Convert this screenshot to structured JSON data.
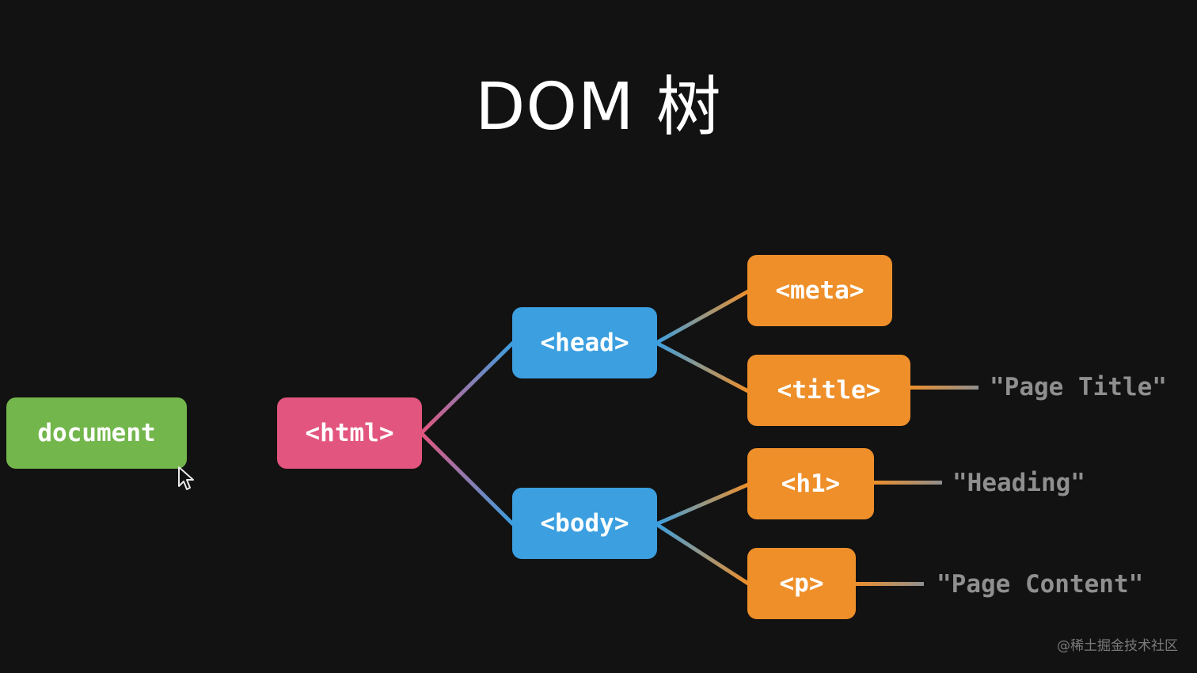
{
  "title": "DOM 树",
  "nodes": {
    "document": "document",
    "html": "<html>",
    "head": "<head>",
    "body": "<body>",
    "meta": "<meta>",
    "title": "<title>",
    "h1": "<h1>",
    "p": "<p>"
  },
  "text_nodes": {
    "page_title": "\"Page Title\"",
    "heading": "\"Heading\"",
    "page_content": "\"Page Content\""
  },
  "colors": {
    "background": "#121212",
    "document": "#73b64c",
    "html": "#e2557e",
    "element_blue": "#3b9fe0",
    "element_orange": "#ee8f2a",
    "text_node": "#8f8f8f"
  },
  "watermark": "@稀土掘金技术社区"
}
